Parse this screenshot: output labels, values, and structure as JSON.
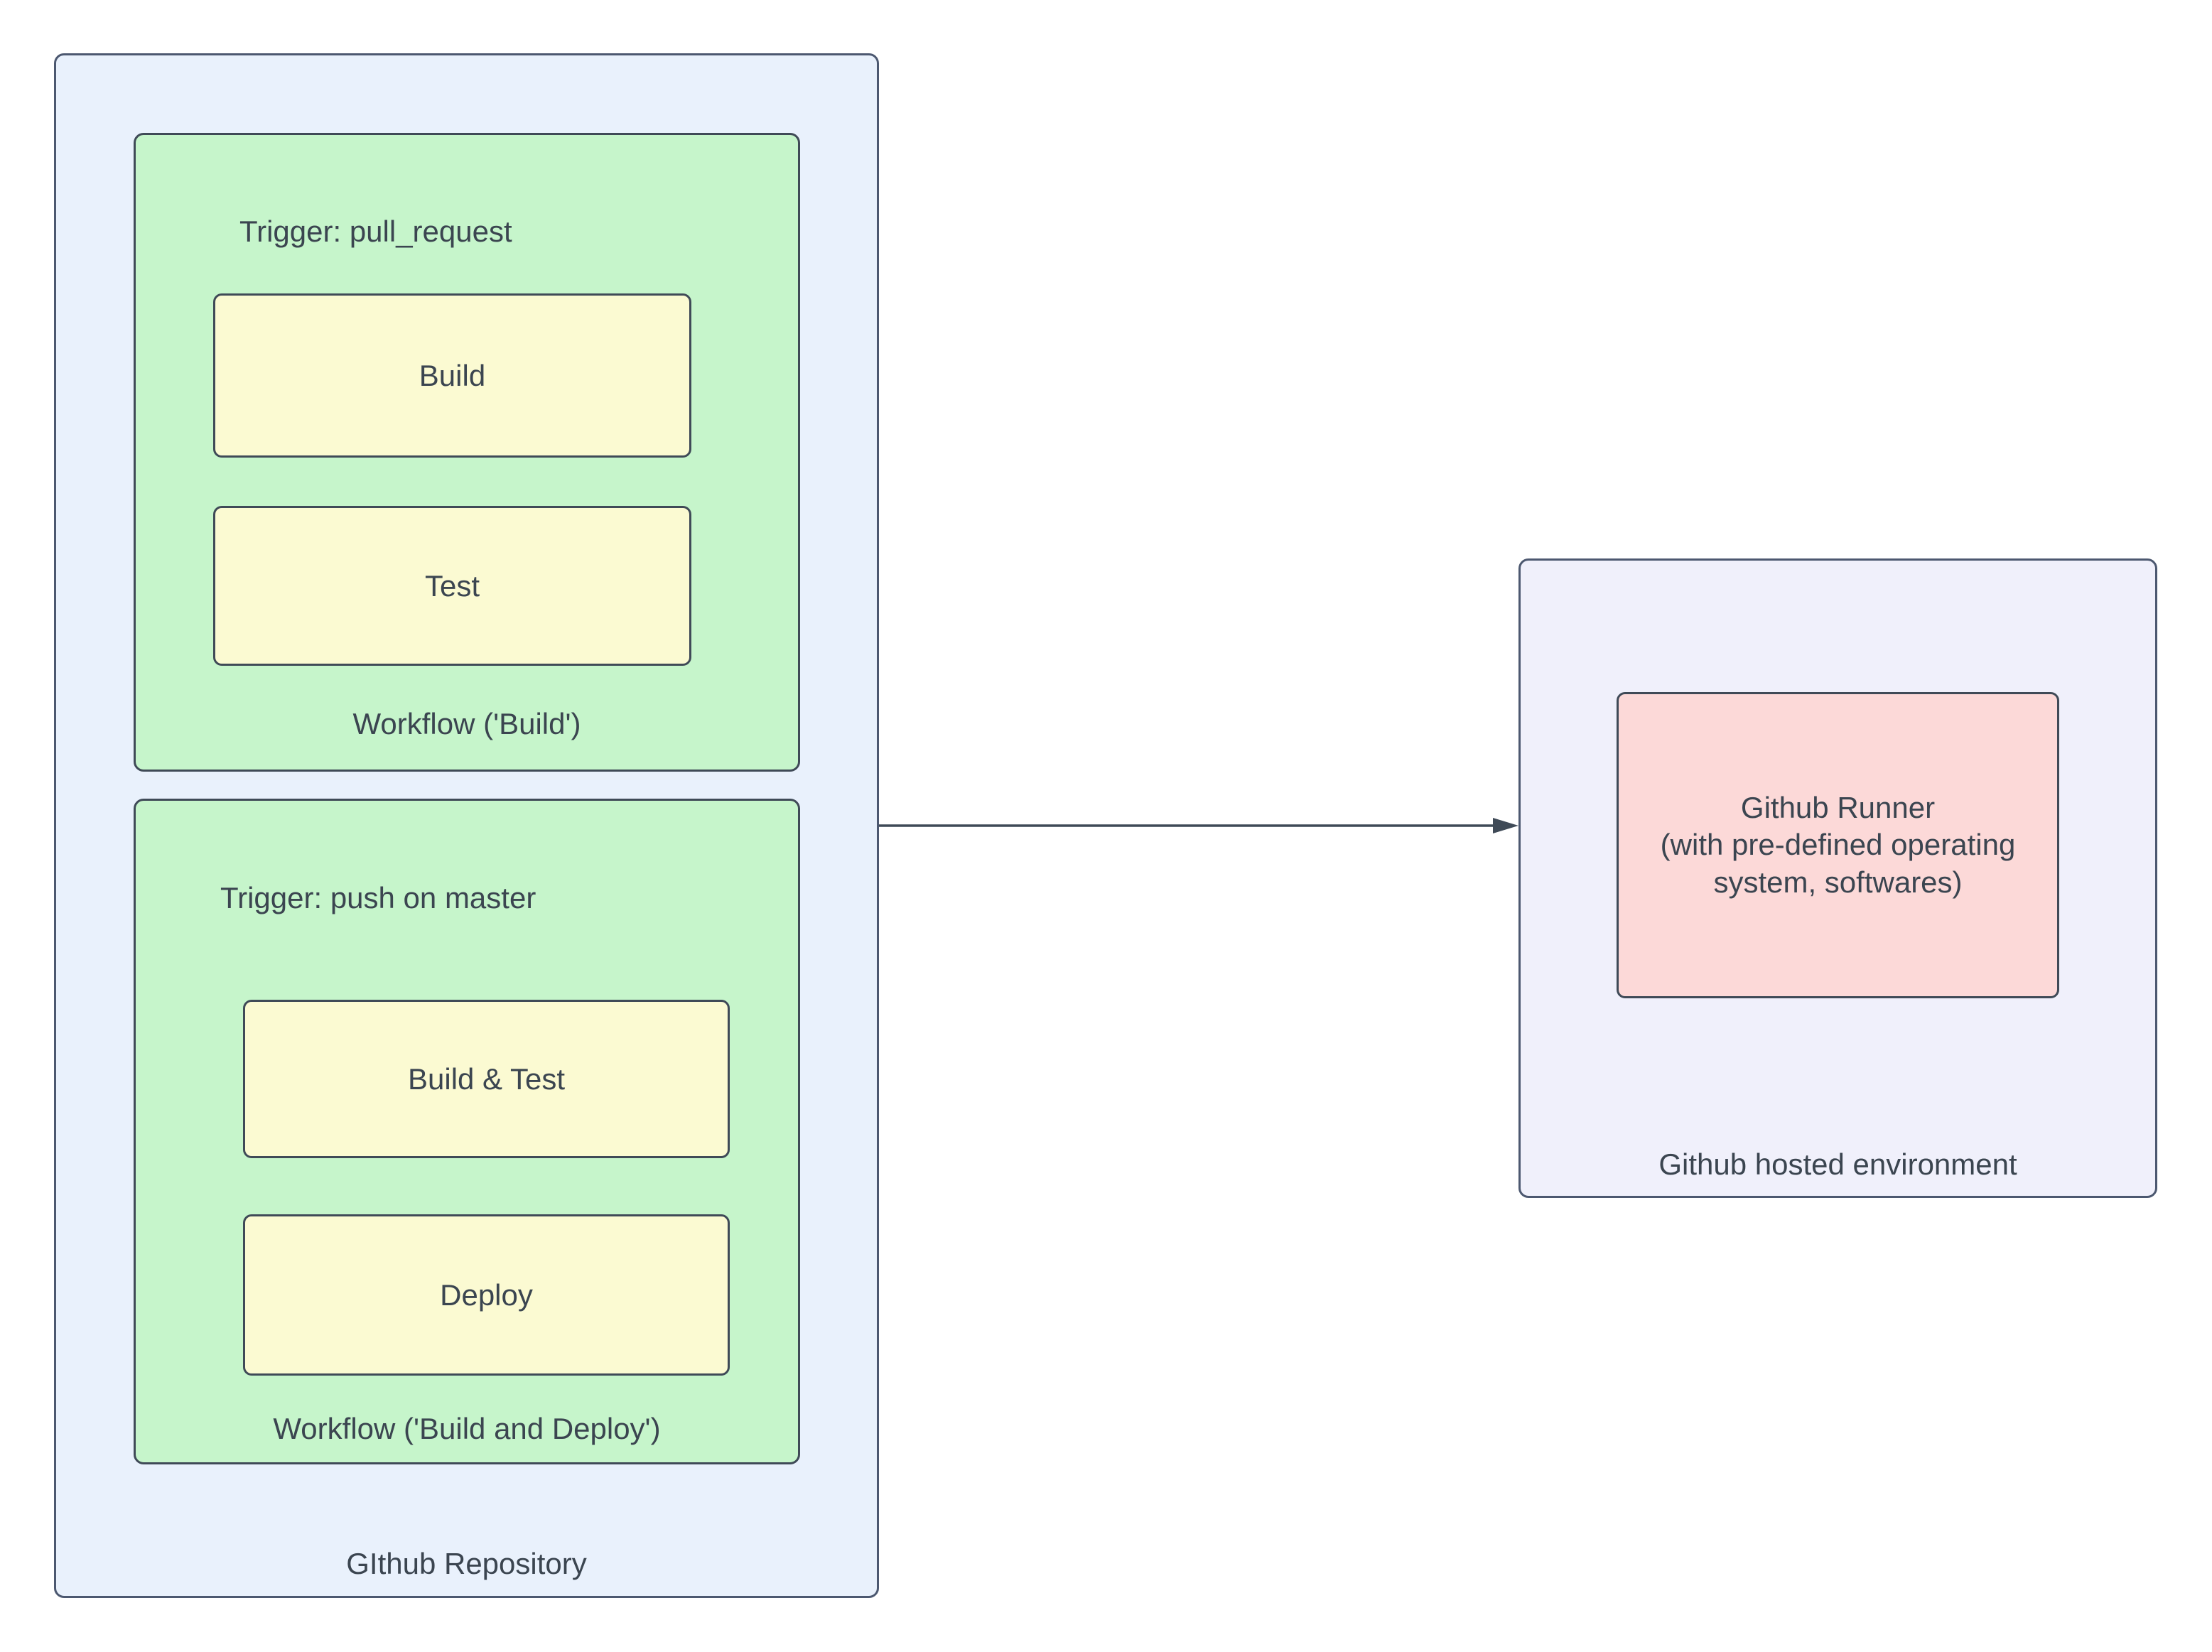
{
  "colors": {
    "repo-fill": "#e9f1fc",
    "repo-stroke": "#4c5870",
    "workflow-fill": "#c6f5cb",
    "workflow-stroke": "#3f4a57",
    "job-fill": "#fbfad2",
    "job-stroke": "#3f4a57",
    "env-fill": "#f0f0fb",
    "env-stroke": "#4c5870",
    "runner-fill": "#fcd9d8",
    "runner-stroke": "#3f4a57",
    "text": "#3b4550",
    "arrow": "#3f4a57"
  },
  "repository": {
    "label": "GIthub Repository",
    "workflows": [
      {
        "trigger": "Trigger: pull_request",
        "jobs": [
          "Build",
          "Test"
        ],
        "label": "Workflow ('Build')"
      },
      {
        "trigger": "Trigger: push on master",
        "jobs": [
          "Build & Test",
          "Deploy"
        ],
        "label": "Workflow ('Build and Deploy')"
      }
    ]
  },
  "environment": {
    "label": "Github hosted environment",
    "runner_label": "Github Runner\n(with pre-defined operating system, softwares)"
  }
}
